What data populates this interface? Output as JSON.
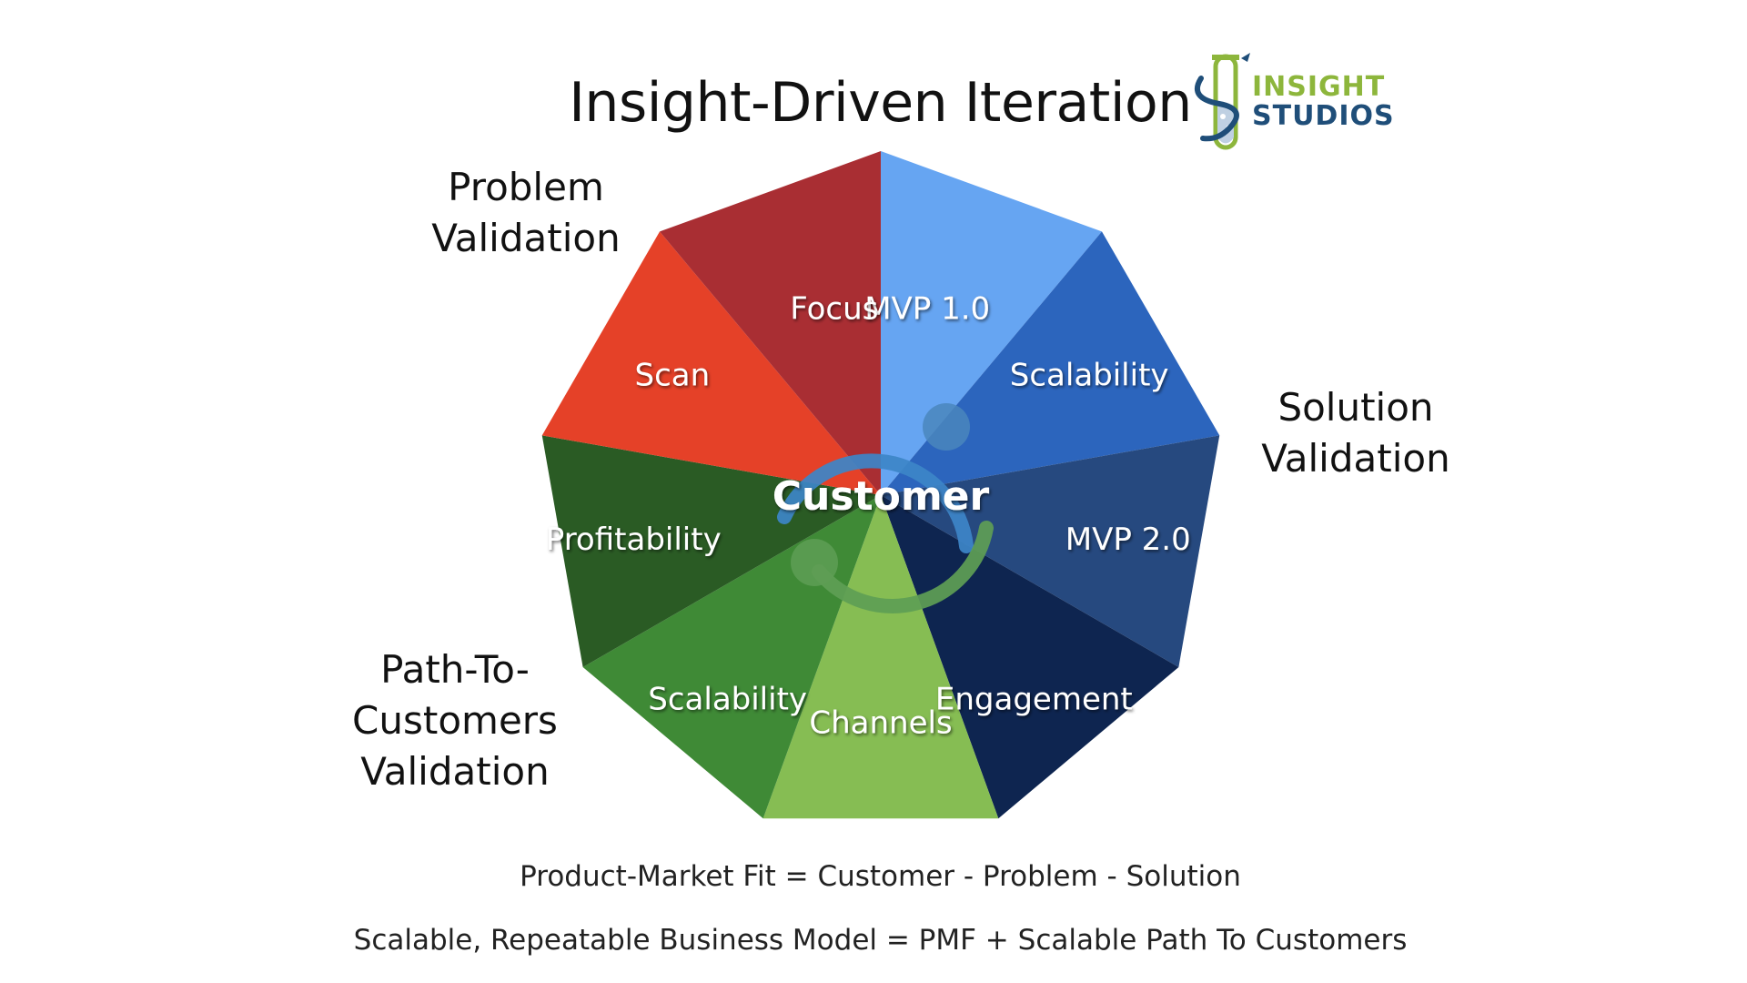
{
  "title": "Insight-Driven Iteration",
  "logo": {
    "line1": "INSIGHT",
    "line2": "STUDIOS",
    "colors": {
      "green": "#8DB63C",
      "blue": "#1F4E79"
    }
  },
  "stage_labels": {
    "problem": "Problem\nValidation",
    "solution": "Solution\nValidation",
    "path": "Path-To-\nCustomers\nValidation"
  },
  "center_label": "Customer",
  "segments": [
    {
      "label": "MVP 1.0",
      "color": "#66A5F2"
    },
    {
      "label": "Scalability",
      "color": "#2C65BD"
    },
    {
      "label": "MVP 2.0",
      "color": "#26497F"
    },
    {
      "label": "Engagement",
      "color": "#0E2550"
    },
    {
      "label": "Channels",
      "color": "#86BD53"
    },
    {
      "label": "Scalability",
      "color": "#3F8A36"
    },
    {
      "label": "Profitability",
      "color": "#2A5B24"
    },
    {
      "label": "Scan",
      "color": "#E54128"
    },
    {
      "label": "Focus",
      "color": "#A92E33"
    }
  ],
  "formulas": {
    "pmf": "Product-Market Fit = Customer - Problem - Solution",
    "business_model": "Scalable, Repeatable Business Model = PMF + Scalable Path To Customers"
  }
}
